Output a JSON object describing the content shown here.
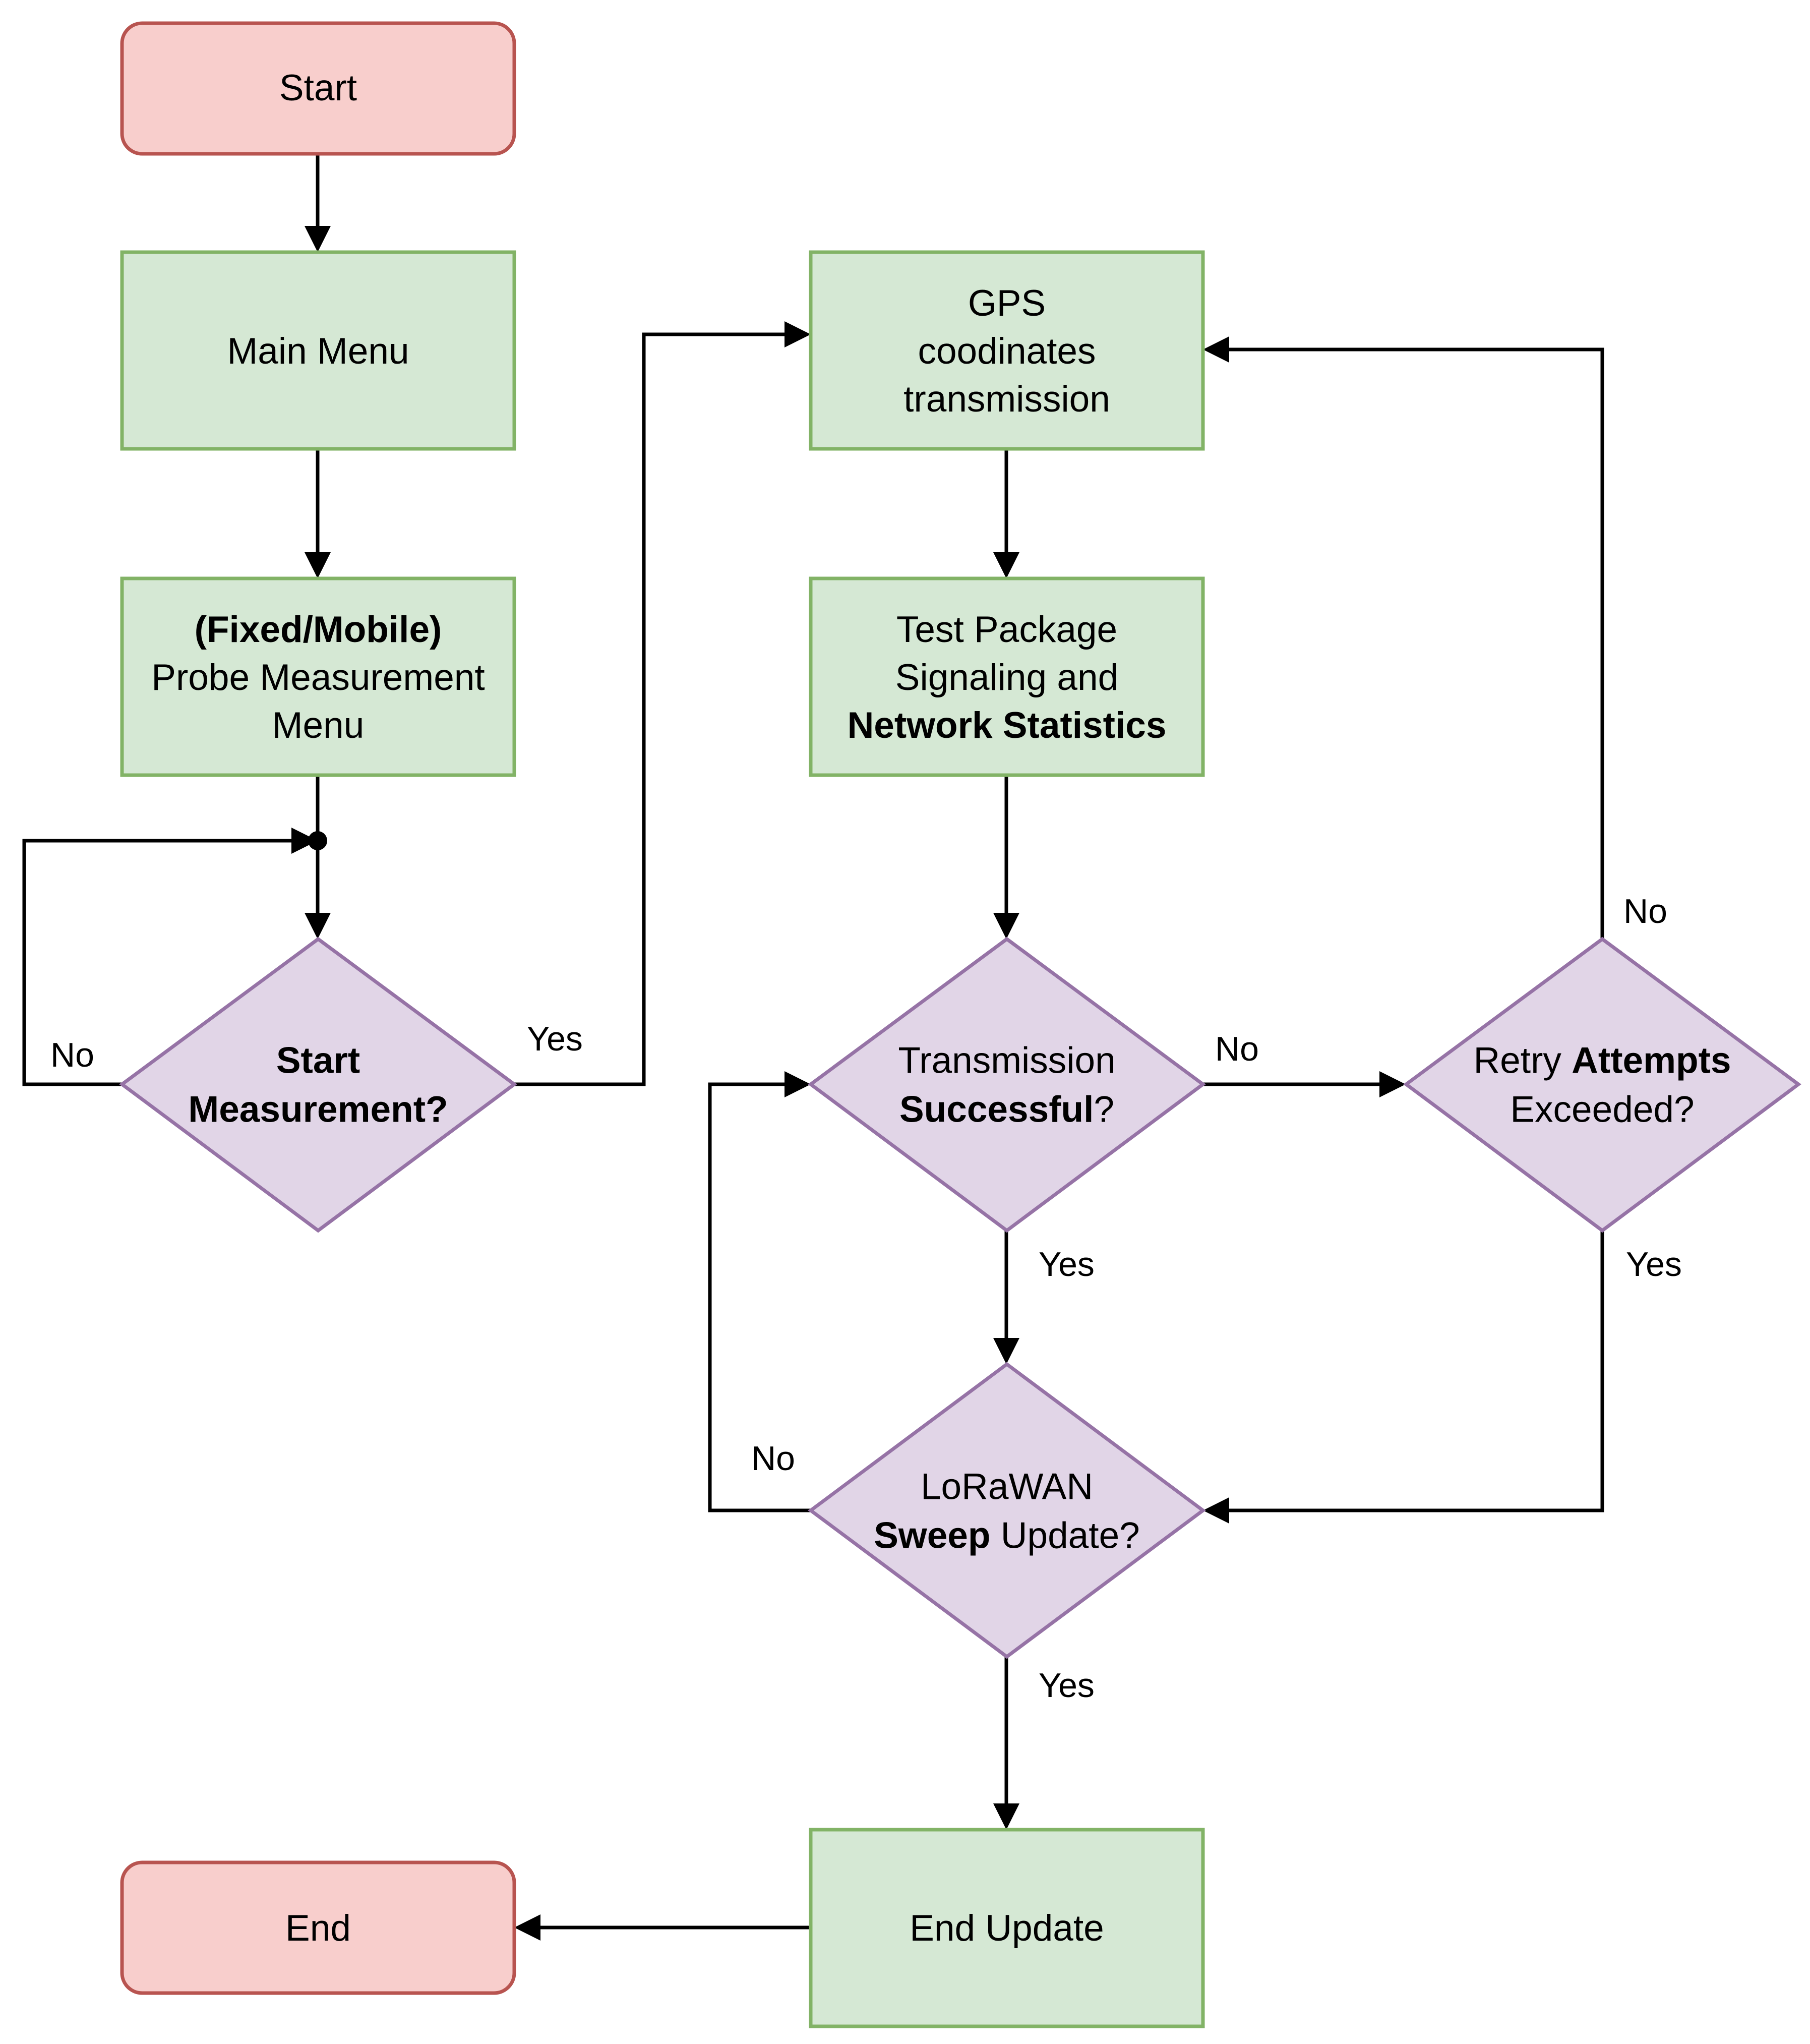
{
  "nodes": {
    "start": {
      "lines": [
        [
          {
            "t": "Start",
            "b": false
          }
        ]
      ]
    },
    "main_menu": {
      "lines": [
        [
          {
            "t": "Main Menu",
            "b": false
          }
        ]
      ]
    },
    "probe_menu": {
      "lines": [
        [
          {
            "t": "(Fixed/Mobile)",
            "b": true
          }
        ],
        [
          {
            "t": "Probe Measurement",
            "b": false
          }
        ],
        [
          {
            "t": "Menu",
            "b": false
          }
        ]
      ]
    },
    "start_measurement": {
      "lines": [
        [
          {
            "t": "Start",
            "b": true
          }
        ],
        [
          {
            "t": "Measurement?",
            "b": true
          }
        ]
      ]
    },
    "gps": {
      "lines": [
        [
          {
            "t": "GPS",
            "b": false
          }
        ],
        [
          {
            "t": "coodinates",
            "b": false
          }
        ],
        [
          {
            "t": "transmission",
            "b": false
          }
        ]
      ]
    },
    "test_package": {
      "lines": [
        [
          {
            "t": "Test Package",
            "b": false
          }
        ],
        [
          {
            "t": "Signaling and",
            "b": false
          }
        ],
        [
          {
            "t": "Network Statistics",
            "b": true
          }
        ]
      ]
    },
    "transmission_ok": {
      "lines": [
        [
          {
            "t": "Transmission",
            "b": false
          }
        ],
        [
          {
            "t": "Successful",
            "b": true
          },
          {
            "t": "?",
            "b": false
          }
        ]
      ]
    },
    "retry": {
      "lines": [
        [
          {
            "t": "Retry ",
            "b": false
          },
          {
            "t": "Attempts",
            "b": true
          }
        ],
        [
          {
            "t": "Exceeded?",
            "b": false
          }
        ]
      ]
    },
    "lorawan": {
      "lines": [
        [
          {
            "t": "LoRaWAN",
            "b": false
          }
        ],
        [
          {
            "t": "Sweep",
            "b": true
          },
          {
            "t": " Update?",
            "b": false
          }
        ]
      ]
    },
    "end_update": {
      "lines": [
        [
          {
            "t": "End Update",
            "b": false
          }
        ]
      ]
    },
    "end": {
      "lines": [
        [
          {
            "t": "End",
            "b": false
          }
        ]
      ]
    }
  },
  "edge_labels": {
    "sm_no": "No",
    "sm_yes": "Yes",
    "tx_no": "No",
    "tx_yes": "Yes",
    "retry_no": "No",
    "retry_yes": "Yes",
    "lora_no": "No",
    "lora_yes": "Yes"
  }
}
